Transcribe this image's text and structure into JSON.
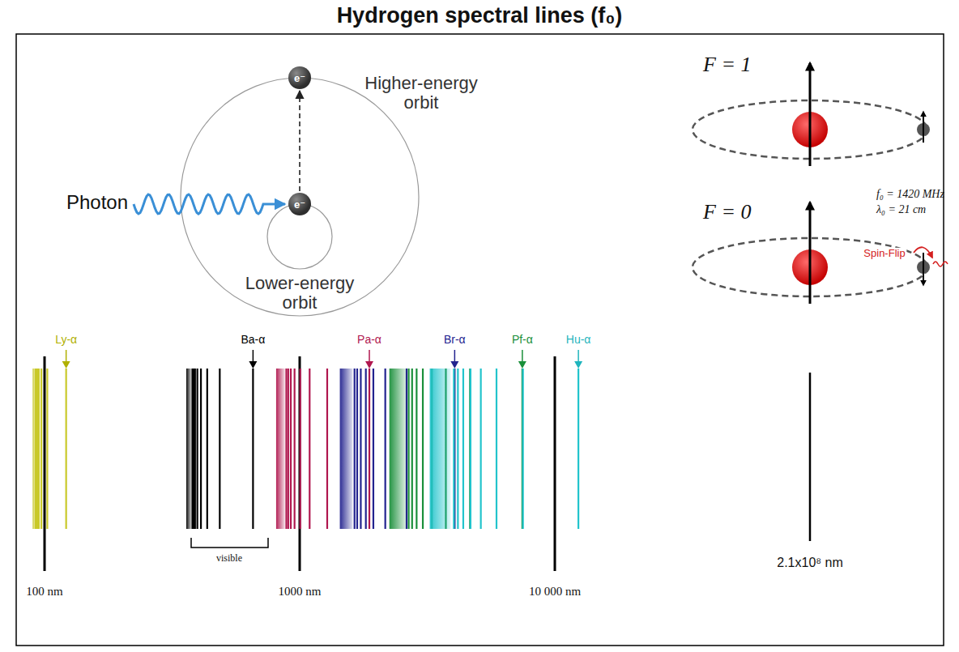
{
  "diagram": {
    "title": "Hydrogen spectral lines (f₀)",
    "nodes": [
      {
        "text": [
          "e⁻"
        ]
      },
      {
        "text": [
          "e⁻"
        ]
      }
    ],
    "edges": [
      {
        "from": 1,
        "to": 0,
        "arrow": "to"
      }
    ],
    "labels": [
      "Photon",
      "Higher-energy orbit",
      "Lower-energy orbit",
      "F = 1",
      "F = 0",
      "f₀ = 1420 MHz",
      "λ₀ = 21 cm",
      "Spin-Flip",
      "Ly-α",
      "Ba-α",
      "Pa-α",
      "Br-α",
      "Pf-α",
      "Hu-α",
      "visible",
      "100 nm",
      "1000 nm",
      "10 000 nm",
      "2.1x10⁸ nm"
    ]
  }
}
